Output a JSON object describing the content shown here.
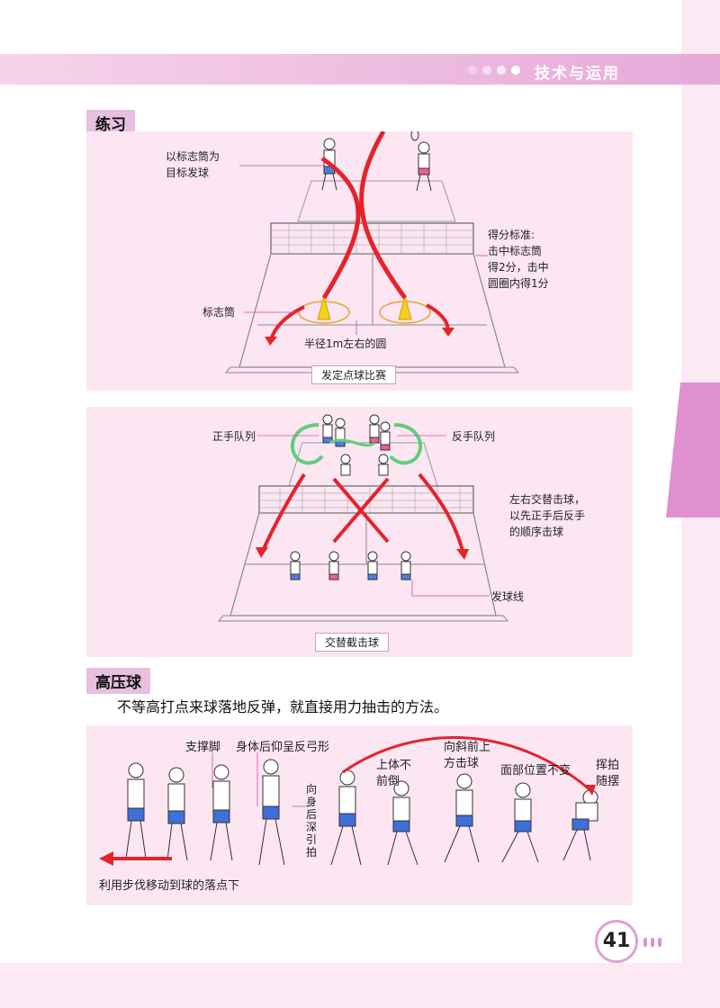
{
  "header": {
    "title": "技术与运用"
  },
  "practice": {
    "section_label": "练习",
    "diagram1": {
      "label_serve_target": [
        "以标志筒为",
        "目标发球"
      ],
      "label_scoring": [
        "得分标准:",
        "击中标志筒",
        "得2分，击中",
        "圆圈内得1分"
      ],
      "label_cone": "标志筒",
      "label_circle": "半径1m左右的圆",
      "caption": "发定点球比赛"
    },
    "diagram2": {
      "label_forehand": "正手队列",
      "label_backhand": "反手队列",
      "label_alternate": [
        "左右交替击球，",
        "以先正手后反手",
        "的顺序击球"
      ],
      "label_serve_line": "发球线",
      "caption": "交替截击球"
    }
  },
  "smash": {
    "section_label": "高压球",
    "description": "不等高打点来球落地反弹，就直接用力抽击的方法。",
    "labels": {
      "support_foot": "支撑脚",
      "body_arch": "身体后仰呈反弓形",
      "racket_back": [
        "向",
        "身",
        "后",
        "深",
        "引",
        "拍"
      ],
      "upper_body": [
        "上体不",
        "前倒"
      ],
      "hit_up": [
        "向斜前上",
        "方击球"
      ],
      "face_steady": "面部位置不变",
      "follow_through": [
        "挥拍",
        "随摆"
      ],
      "footwork": "利用步伐移动到球的落点下"
    }
  },
  "page_number": "41",
  "colors": {
    "accent": "#e090cf",
    "panel": "#fbe6f1",
    "arrow": "#e5232d",
    "green": "#5fcf7a",
    "leader": "#d64a9d"
  }
}
